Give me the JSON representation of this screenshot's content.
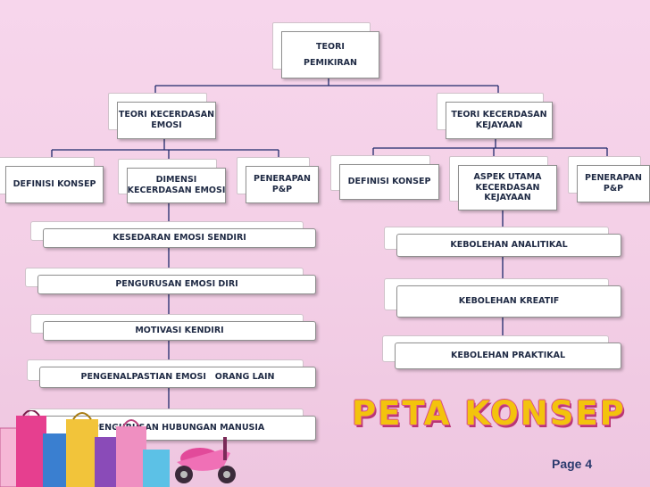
{
  "root": {
    "line1": "TEORI",
    "line2": "PEMIKIRAN"
  },
  "left_branch": {
    "title": "TEORI KECERDASAN\nEMOSI",
    "children": {
      "definisi": "DEFINISI KONSEP",
      "dimensi": "DIMENSI\nKECERDASAN EMOSI",
      "penerapan": "PENERAPAN\nP&P"
    },
    "dimensions": [
      "KESEDARAN EMOSI SENDIRI",
      "PENGURUSAN EMOSI DIRI",
      "MOTIVASI KENDIRI",
      "PENGENALPASTIAN EMOSI   ORANG LAIN",
      "PENGURUSAN HUBUNGAN MANUSIA"
    ]
  },
  "right_branch": {
    "title": "TEORI KECERDASAN\nKEJAYAAN",
    "children": {
      "definisi": "DEFINISI KONSEP",
      "aspek": "ASPEK UTAMA\nKECERDASAN\nKEJAYAAN",
      "penerapan": "PENERAPAN\nP&P"
    },
    "aspects": [
      "KEBOLEHAN ANALITIKAL",
      "KEBOLEHAN KREATIF",
      "KEBOLEHAN PRAKTIKAL"
    ]
  },
  "slide_title": "PETA KONSEP",
  "page_label": "Page 4",
  "colors": {
    "connector": "#1f2a6b",
    "title_fill": "#f3c30d",
    "title_outline": "#d64a8c",
    "background": "#f5d3ea"
  }
}
